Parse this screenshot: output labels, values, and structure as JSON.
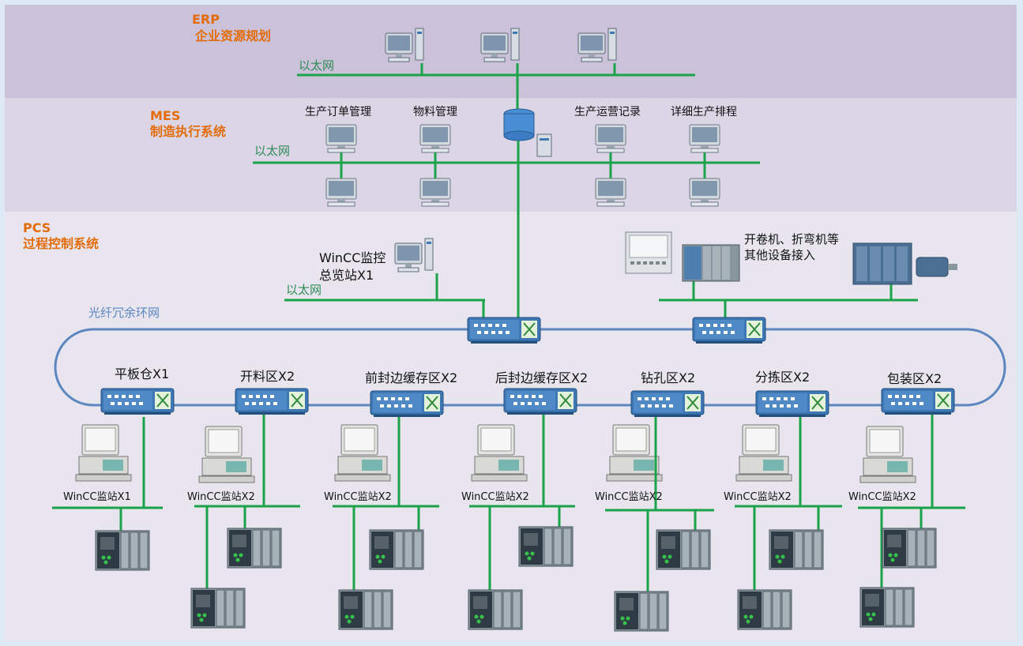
{
  "erp": {
    "code": "ERP",
    "name": "企业资源规划",
    "ethernet": "以太网"
  },
  "mes": {
    "code": "MES",
    "name": "制造执行系统",
    "ethernet": "以太网",
    "modules": [
      "生产订单管理",
      "物料管理",
      "生产运营记录",
      "详细生产排程"
    ]
  },
  "pcs": {
    "code": "PCS",
    "name": "过程控制系统",
    "ethernet": "以太网",
    "overview_station": "WinCC监控\n总览站X1",
    "fiber_ring": "光纤冗余环网",
    "other_equipment": "开卷机、折弯机等\n其他设备接入",
    "zones": [
      "平板仓X1",
      "开料区X2",
      "前封边缓存区X2",
      "后封边缓存区X2",
      "钻孔区X2",
      "分拣区X2",
      "包装区X2"
    ],
    "stations": [
      "WinCC监站X1",
      "WinCC监站X2",
      "WinCC监站X2",
      "WinCC监站X2",
      "WinCC监站X2",
      "WinCC监站X2",
      "WinCC监站X2"
    ]
  },
  "colors": {
    "line_green": "#1aa34a",
    "ring_blue": "#5b86c0",
    "label_orange": "#e36c0a",
    "device_blue": "#3d78b5"
  }
}
